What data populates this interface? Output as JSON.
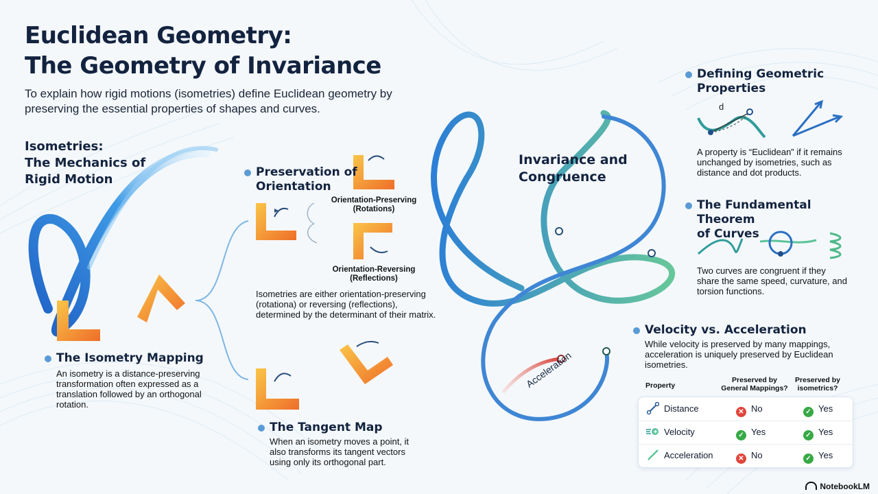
{
  "title": {
    "line1": "Euclidean Geometry:",
    "line2": "The Geometry of Invariance"
  },
  "subtitle": "To explain how rigid motions (isometries) define Euclidean geometry by preserving the essential properties of shapes and curves.",
  "isometries": {
    "heading_line1": "Isometries:",
    "heading_line2": "The Mechanics of",
    "heading_line3": "Rigid Motion"
  },
  "isometry_mapping": {
    "heading": "The Isometry Mapping",
    "body": "An isometry is a distance-preserving transformation often expressed as a translation followed by an orthogonal rotation."
  },
  "orientation": {
    "heading_line1": "Preservation of",
    "heading_line2": "Orientation",
    "preserving_label_1": "Orientation-Preserving",
    "preserving_label_2": "(Rotations)",
    "reversing_label_1": "Orientation-Reversing",
    "reversing_label_2": "(Reflections)",
    "body": "Isometries are either orientation-preserving (rotationa) or reversing (reflections), determined by the determinant of their matrix."
  },
  "tangent_map": {
    "heading": "The Tangent Map",
    "body": "When an isometry moves a point, it also transforms its tangent vectors using only its orthogonal part."
  },
  "invariance": {
    "heading_line1": "Invariance and",
    "heading_line2": "Congruence",
    "curve_label": "Acceleration"
  },
  "defining_properties": {
    "heading_line1": "Defining Geometric",
    "heading_line2": "Properties",
    "d_label": "d",
    "body": "A property is “Euclidean” if it remains unchanged by isometries, such as distance and dot products."
  },
  "fundamental_theorem": {
    "heading_line1": "The Fundamental Theorem",
    "heading_line2": "of Curves",
    "body": "Two curves are congruent if they share the same speed, curvature, and torsion functions."
  },
  "velocity": {
    "heading": "Velocity vs. Acceleration",
    "body": "While velocity is preserved by many mappings, acceleration is uniquely preserved by Euclidean isometries."
  },
  "table": {
    "col_property": "Property",
    "col_general_1": "Preserved by",
    "col_general_2": "General Mappings?",
    "col_iso_1": "Preserved by",
    "col_iso_2": "isometrics?",
    "rows": [
      {
        "property": "Distance",
        "icon": "ruler-icon",
        "general": "No",
        "isometry": "Yes"
      },
      {
        "property": "Velocity",
        "icon": "velocity-icon",
        "general": "Yes",
        "isometry": "Yes"
      },
      {
        "property": "Acceleration",
        "icon": "acceleration-icon",
        "general": "No",
        "isometry": "Yes"
      }
    ]
  },
  "footer": {
    "brand": "NotebookLM"
  },
  "colors": {
    "blue": "#2f7fd1",
    "teal": "#5cc49a",
    "orange": "#f08a2c",
    "yellow": "#f7bb2e",
    "red_x": "#e0453b",
    "green_check": "#37a946",
    "bullet": "#5b9bd5"
  }
}
